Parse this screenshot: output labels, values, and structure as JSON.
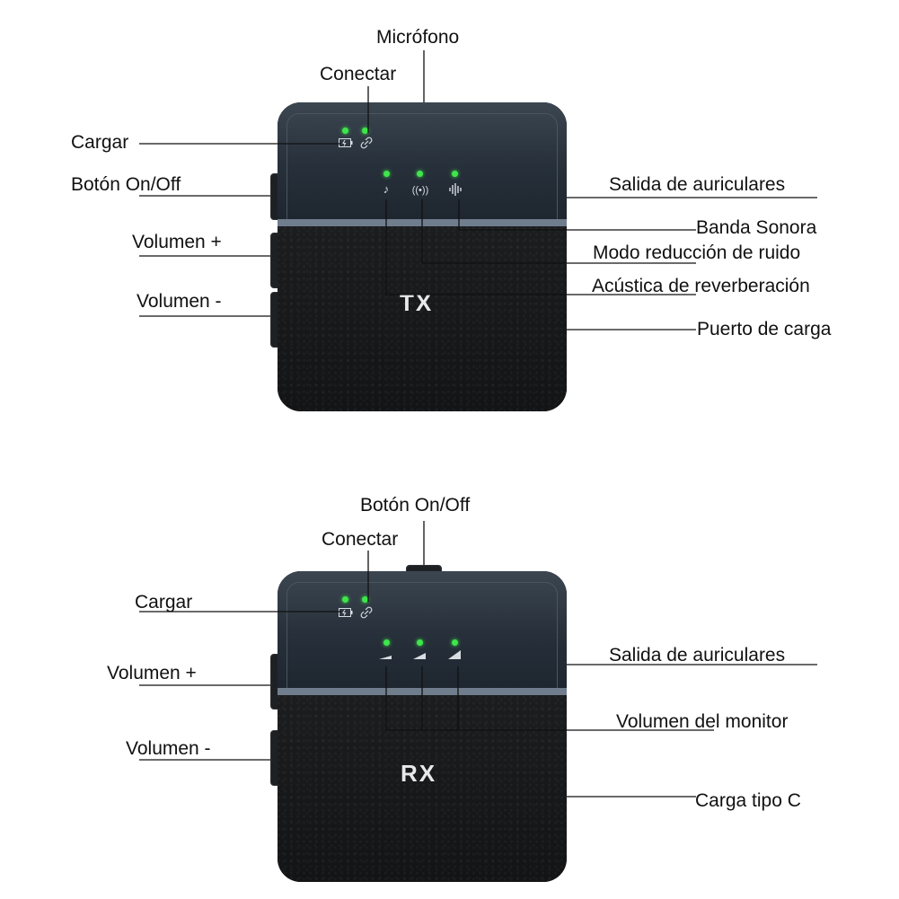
{
  "tx": {
    "device_label": "TX",
    "labels": {
      "microphone": "Micrófono",
      "connect": "Conectar",
      "charge": "Cargar",
      "power_button": "Botón On/Off",
      "volume_up": "Volumen +",
      "volume_down": "Volumen -",
      "headphone_out": "Salida de auriculares",
      "soundtrack": "Banda Sonora",
      "noise_reduction": "Modo reducción de ruido",
      "reverb": "Acústica de reverberación",
      "charge_port": "Puerto de carga"
    }
  },
  "rx": {
    "device_label": "RX",
    "labels": {
      "power_button": "Botón On/Off",
      "connect": "Conectar",
      "charge": "Cargar",
      "volume_up": "Volumen +",
      "volume_down": "Volumen -",
      "headphone_out": "Salida de auriculares",
      "monitor_volume": "Volumen del monitor",
      "charge_type_c": "Carga tipo C"
    }
  },
  "icons": {
    "battery": "battery-charging-icon",
    "link": "link-icon",
    "music": "music-note-icon",
    "noise": "noise-reduction-icon",
    "soundwave": "soundwave-icon",
    "volume_level": "volume-level-icon"
  },
  "colors": {
    "led": "#3ee64a",
    "device_body": "#1c1e20",
    "device_top": "#2e3944",
    "stripe": "#6f7d8c"
  }
}
